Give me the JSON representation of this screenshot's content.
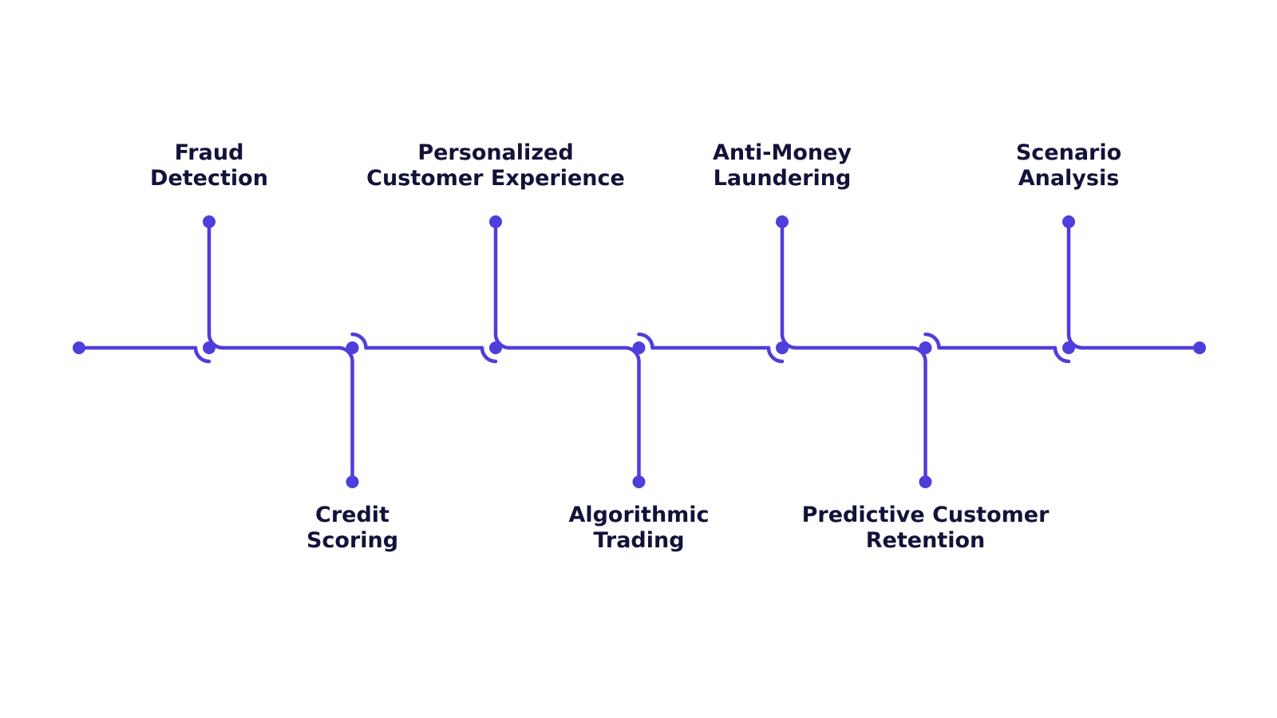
{
  "colors": {
    "line": "#4f3ddc",
    "text": "#12123a",
    "background": "#ffffff"
  },
  "timeline": {
    "items": [
      {
        "lines": [
          "Fraud",
          "Detection"
        ],
        "side": "top"
      },
      {
        "lines": [
          "Credit",
          "Scoring"
        ],
        "side": "bottom"
      },
      {
        "lines": [
          "Personalized",
          "Customer Experience"
        ],
        "side": "top"
      },
      {
        "lines": [
          "Algorithmic",
          "Trading"
        ],
        "side": "bottom"
      },
      {
        "lines": [
          "Anti-Money",
          "Laundering"
        ],
        "side": "top"
      },
      {
        "lines": [
          "Predictive Customer",
          "Retention"
        ],
        "side": "bottom"
      },
      {
        "lines": [
          "Scenario",
          "Analysis"
        ],
        "side": "top"
      }
    ]
  }
}
